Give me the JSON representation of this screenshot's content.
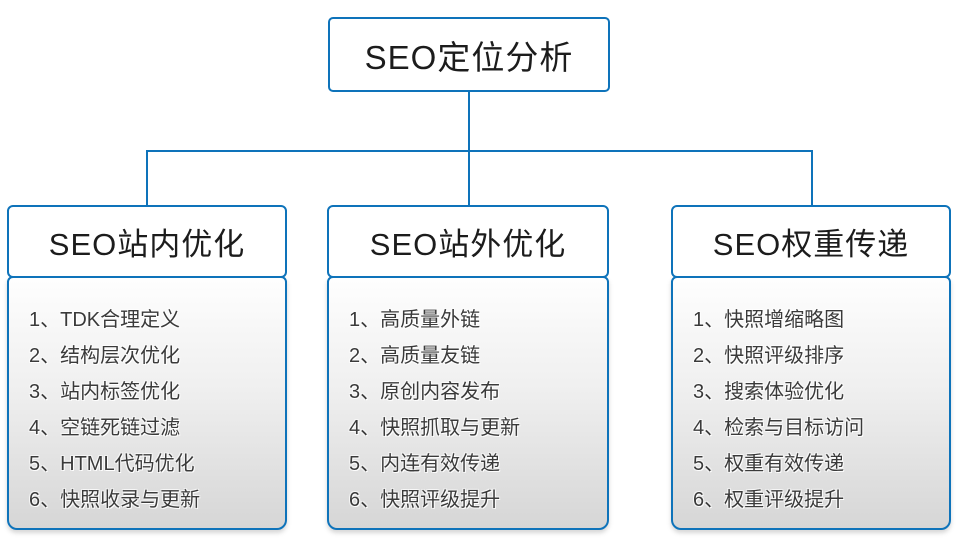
{
  "colors": {
    "accent_blue": "#0e73ba",
    "list_gradient_top": "#fefefe",
    "list_gradient_bottom": "#d6d6d6",
    "text_dark": "#1c1c1c",
    "text_list": "#3a3a3a"
  },
  "root": {
    "title": "SEO定位分析"
  },
  "columns": [
    {
      "title": "SEO站内优化",
      "items": [
        "1、TDK合理定义",
        "2、结构层次优化",
        "3、站内标签优化",
        "4、空链死链过滤",
        "5、HTML代码优化",
        "6、快照收录与更新"
      ]
    },
    {
      "title": "SEO站外优化",
      "items": [
        "1、高质量外链",
        "2、高质量友链",
        "3、原创内容发布",
        "4、快照抓取与更新",
        "5、内连有效传递",
        "6、快照评级提升"
      ]
    },
    {
      "title": "SEO权重传递",
      "items": [
        "1、快照增缩略图",
        "2、快照评级排序",
        "3、搜索体验优化",
        "4、检索与目标访问",
        "5、权重有效传递",
        "6、权重评级提升"
      ]
    }
  ]
}
